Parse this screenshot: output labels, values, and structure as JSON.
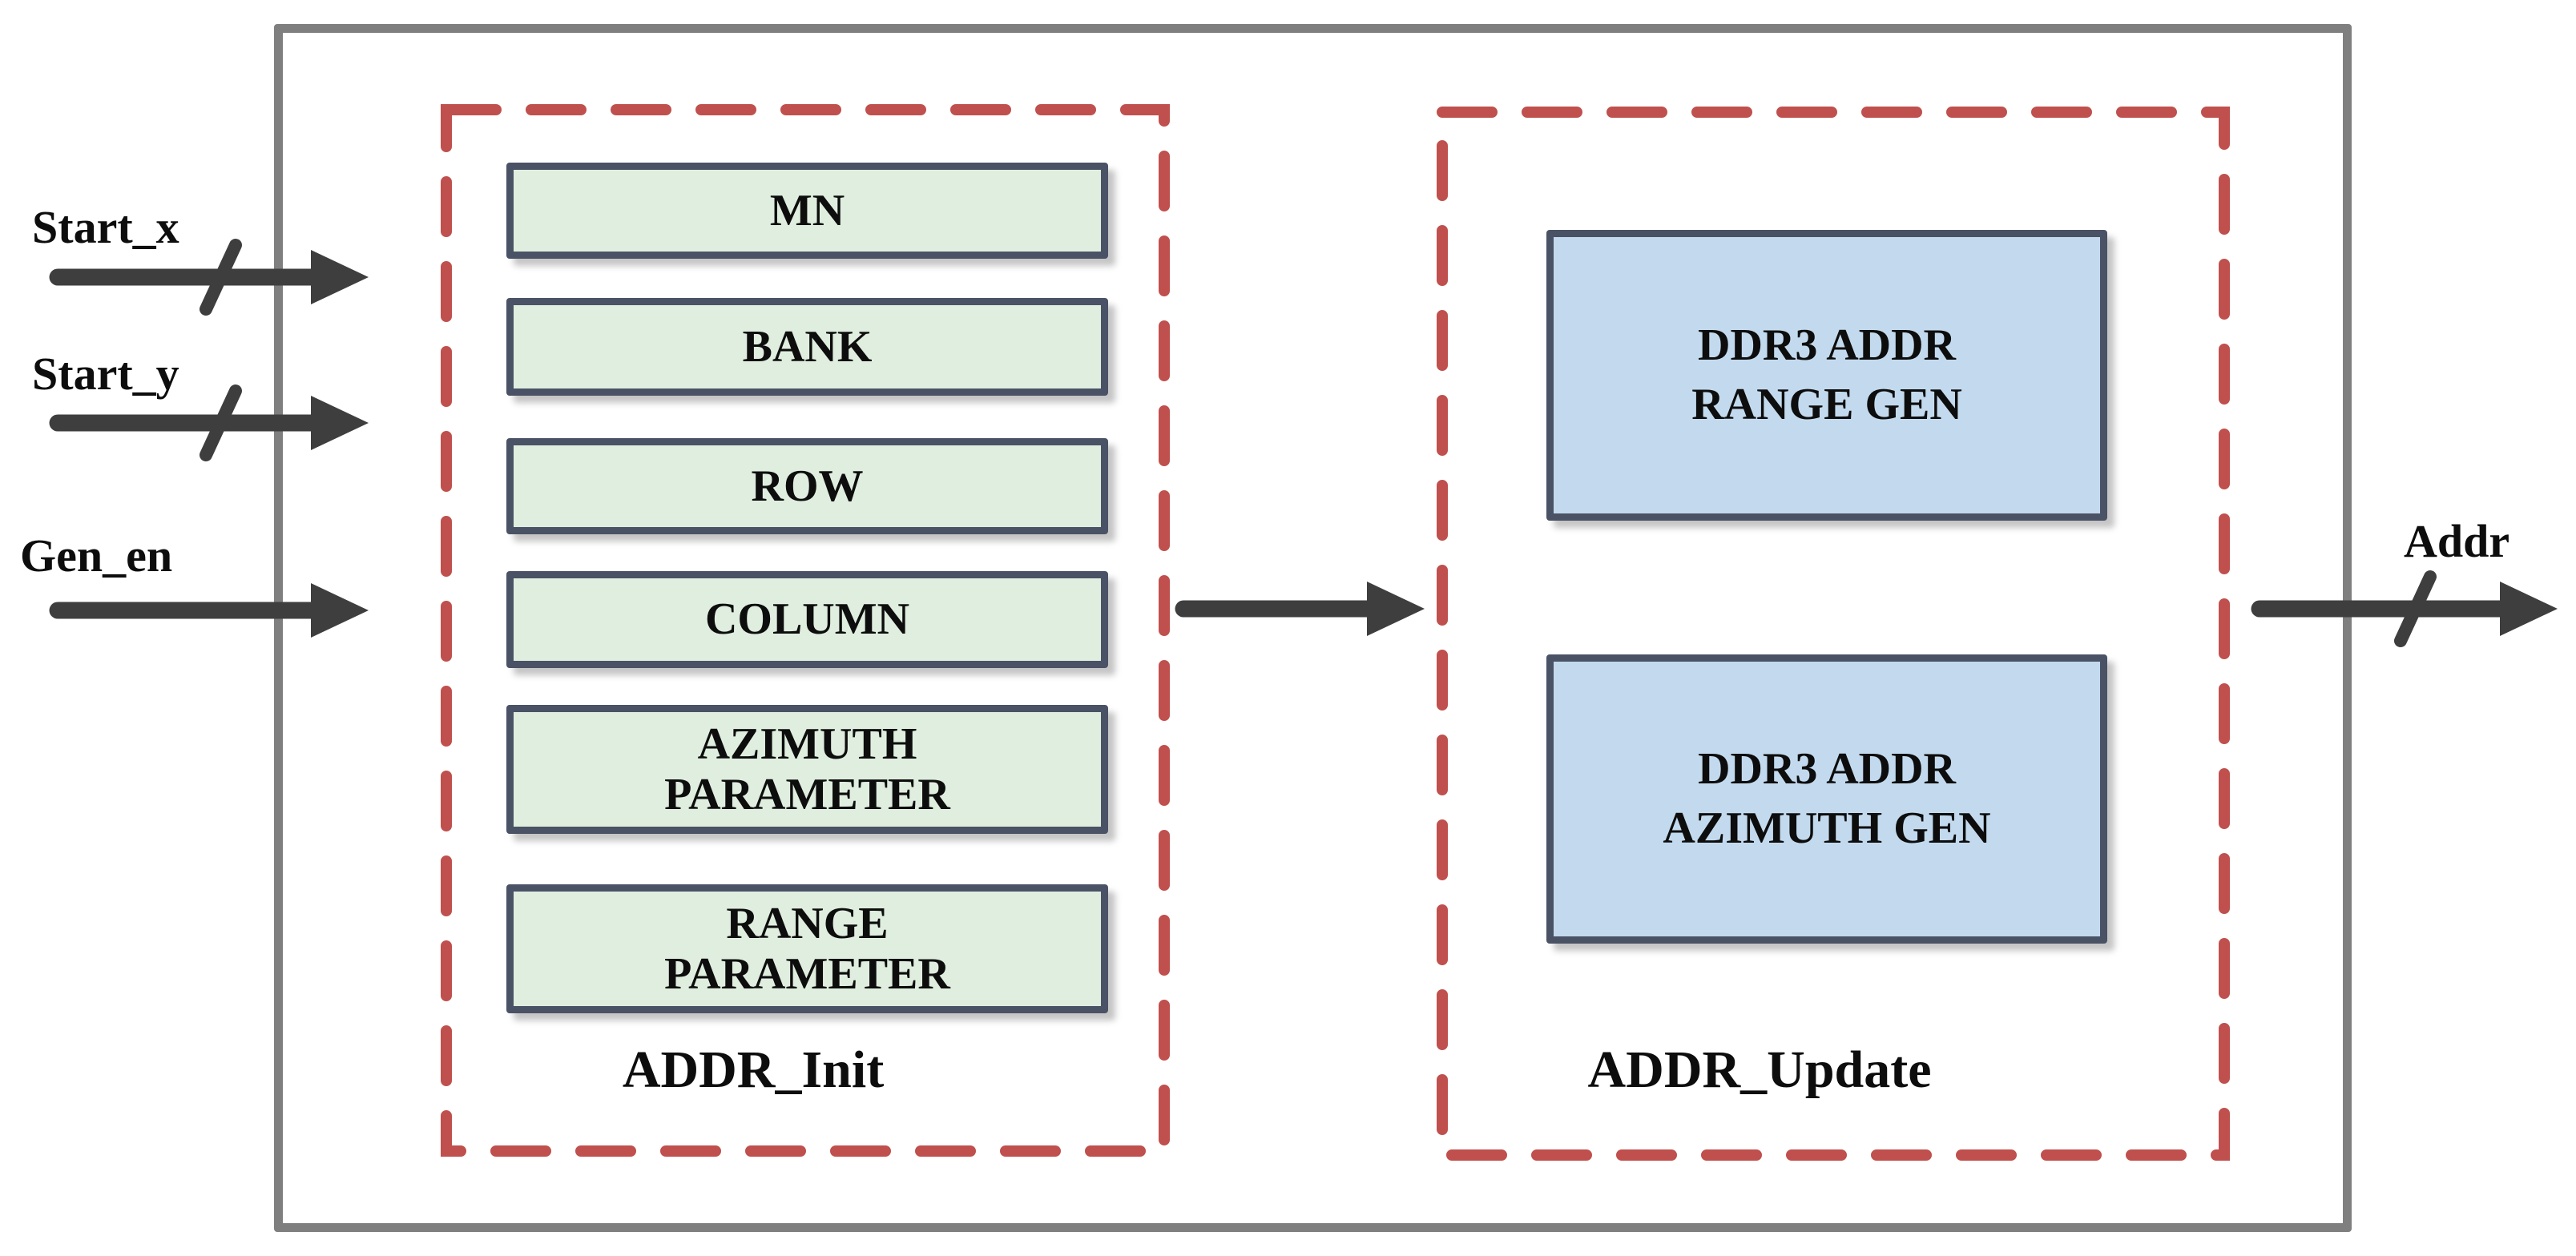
{
  "inputs": [
    {
      "label": "Start_x",
      "bus_slash": true
    },
    {
      "label": "Start_y",
      "bus_slash": true
    },
    {
      "label": "Gen_en",
      "bus_slash": false
    }
  ],
  "output": {
    "label": "Addr",
    "bus_slash": true
  },
  "addr_init": {
    "title": "ADDR_Init",
    "blocks": [
      "MN",
      "BANK",
      "ROW",
      "COLUMN",
      "AZIMUTH\nPARAMETER",
      "RANGE\nPARAMETER"
    ]
  },
  "addr_update": {
    "title": "ADDR_Update",
    "blocks": [
      "DDR3 ADDR\nRANGE GEN",
      "DDR3 ADDR\nAZIMUTH GEN"
    ]
  },
  "colors": {
    "arrow": "#3e3e3e",
    "outer_border": "#7f7f7f",
    "dashed_region_border": "#c0504d",
    "init_block_fill": "#dfeede",
    "update_block_fill": "#c3daee",
    "block_border": "#4a5266"
  }
}
